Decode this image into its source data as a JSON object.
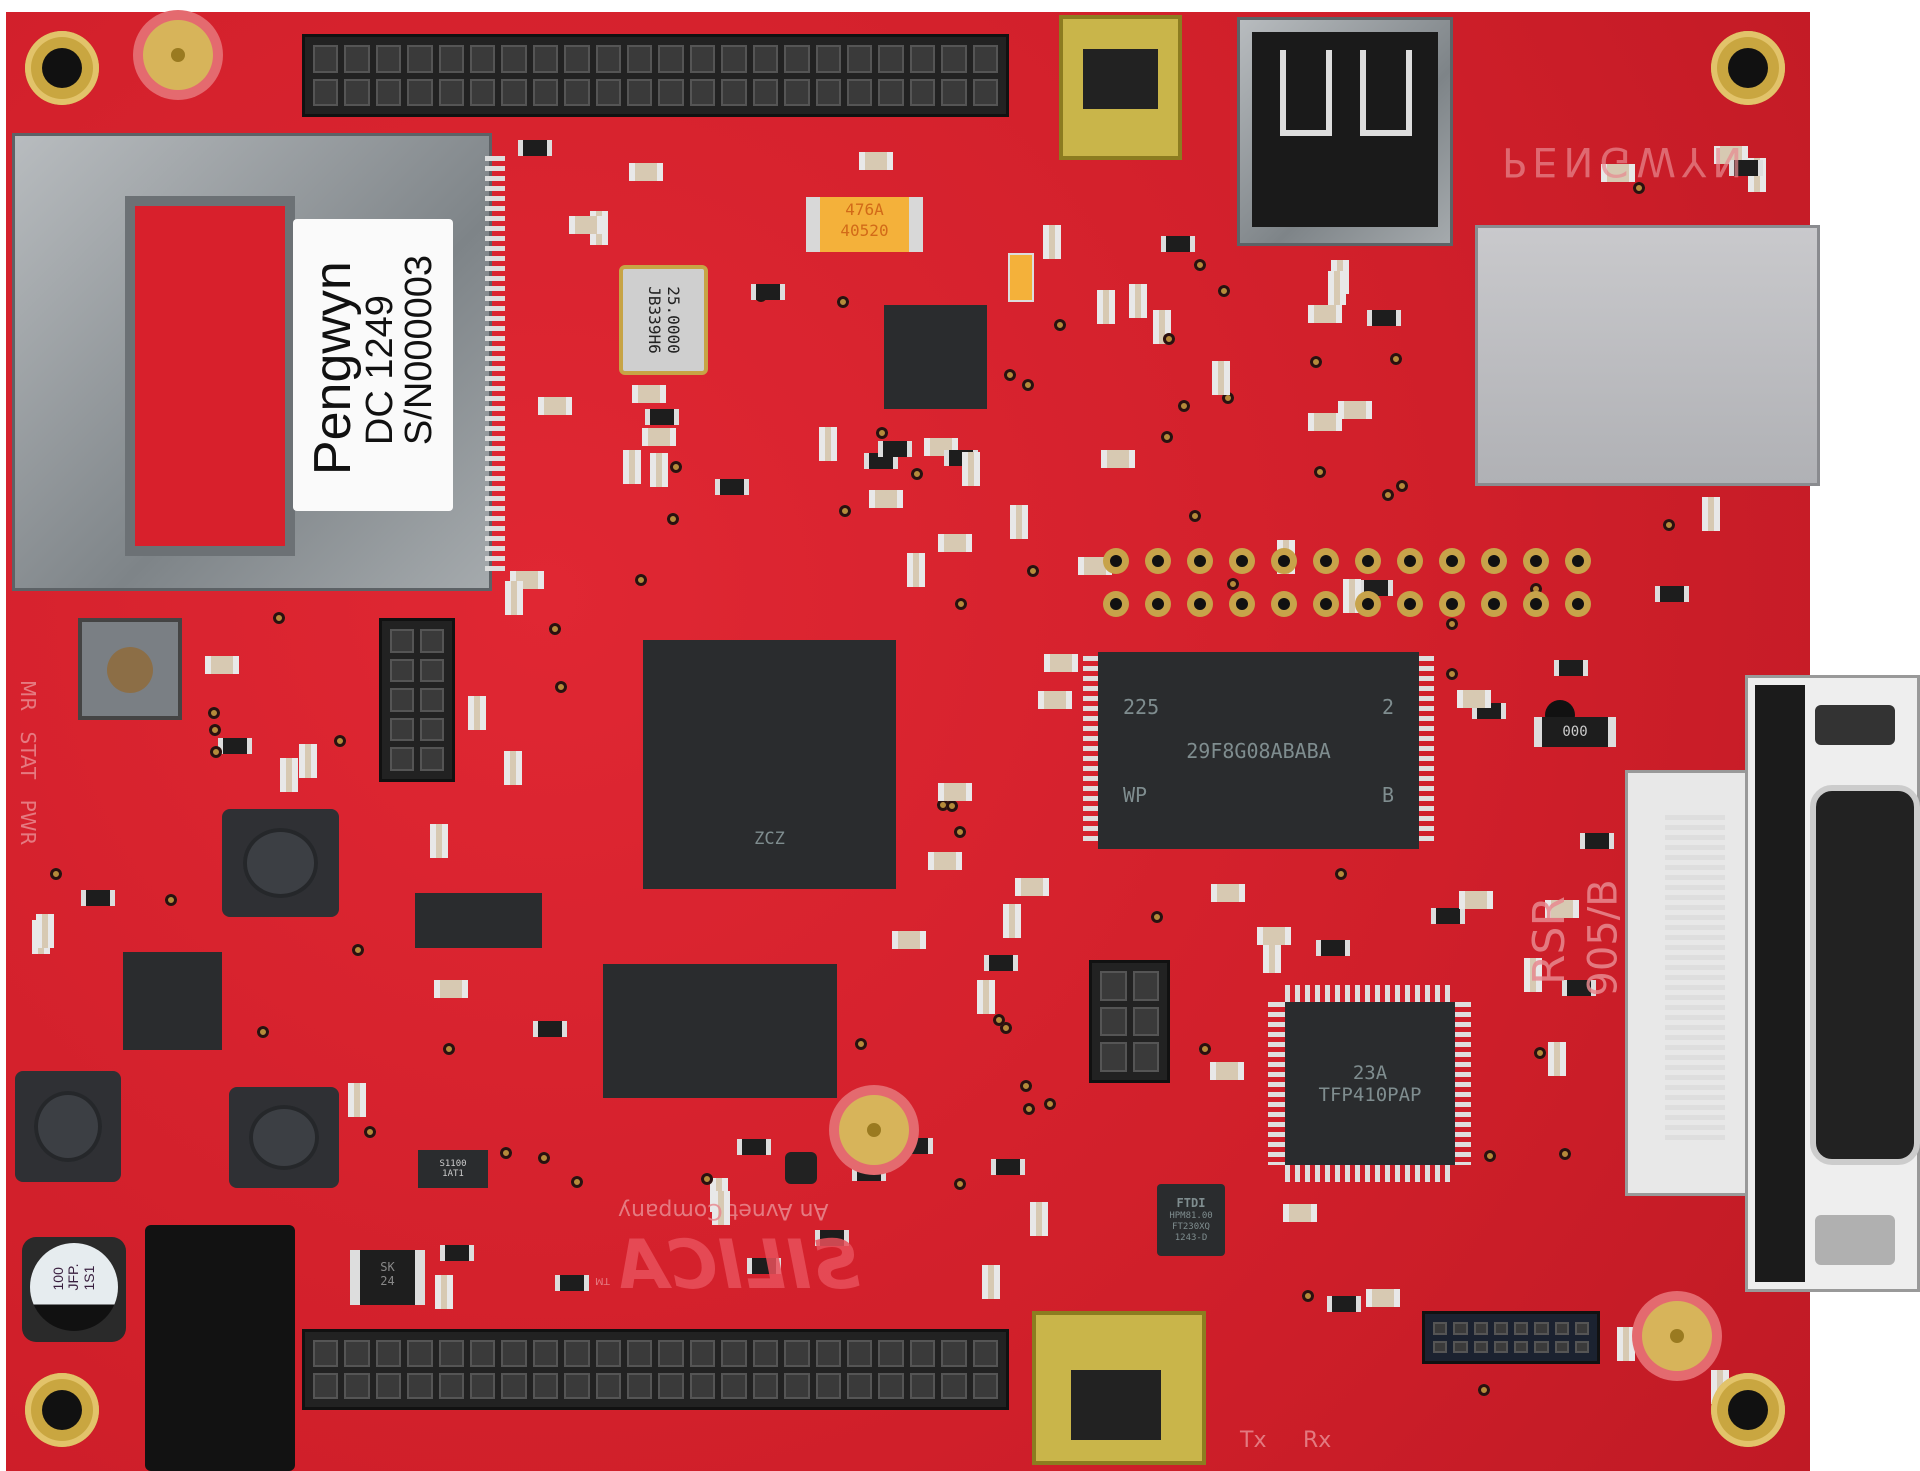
{
  "board": {
    "colors": {
      "pcb": "#d8202c",
      "silkscreen": "#e88a90",
      "gold": "#c9a640"
    },
    "sd_label": {
      "line1": "Pengwyn",
      "line2": "DC 1249",
      "line3": "S/N000003"
    },
    "board_name_silk": "PENGWYN",
    "revision_silk": {
      "a": "RSR",
      "b": "905/B"
    },
    "vendor_logo": {
      "name": "SILICA",
      "tagline": "An Avnet Company",
      "tm": "TM"
    },
    "led_labels": {
      "mr": "MR",
      "stat": "STAT",
      "pwr": "PWR",
      "tx": "Tx",
      "rx": "Rx"
    },
    "nand_chip": {
      "line1": "225",
      "line2": "29F8G08ABABA",
      "line3": "WP",
      "mark1": "2",
      "mark2": "B"
    },
    "dvi_chip": {
      "line1": "23A",
      "line2": "TFP410PAP"
    },
    "cpu_chip": {
      "line1": "ZCZ"
    },
    "ftdi_chip": {
      "brand": "FTDI",
      "line1": "HPM81.00",
      "line2": "FT230XQ",
      "line3": "1243-D"
    },
    "crystal": {
      "line1": "25.0000",
      "line2": "JB339H6"
    },
    "tantalum_cap": {
      "line1": "476A",
      "line2": "40520"
    },
    "electrolytic_cap": {
      "line1": "100",
      "line2": "JFP.",
      "line3": "1S1"
    },
    "diode": {
      "line1": "SK",
      "line2": "24"
    },
    "small_resistor": "000",
    "ic_s1": {
      "line1": "S1100",
      "line2": "1AT1"
    }
  }
}
